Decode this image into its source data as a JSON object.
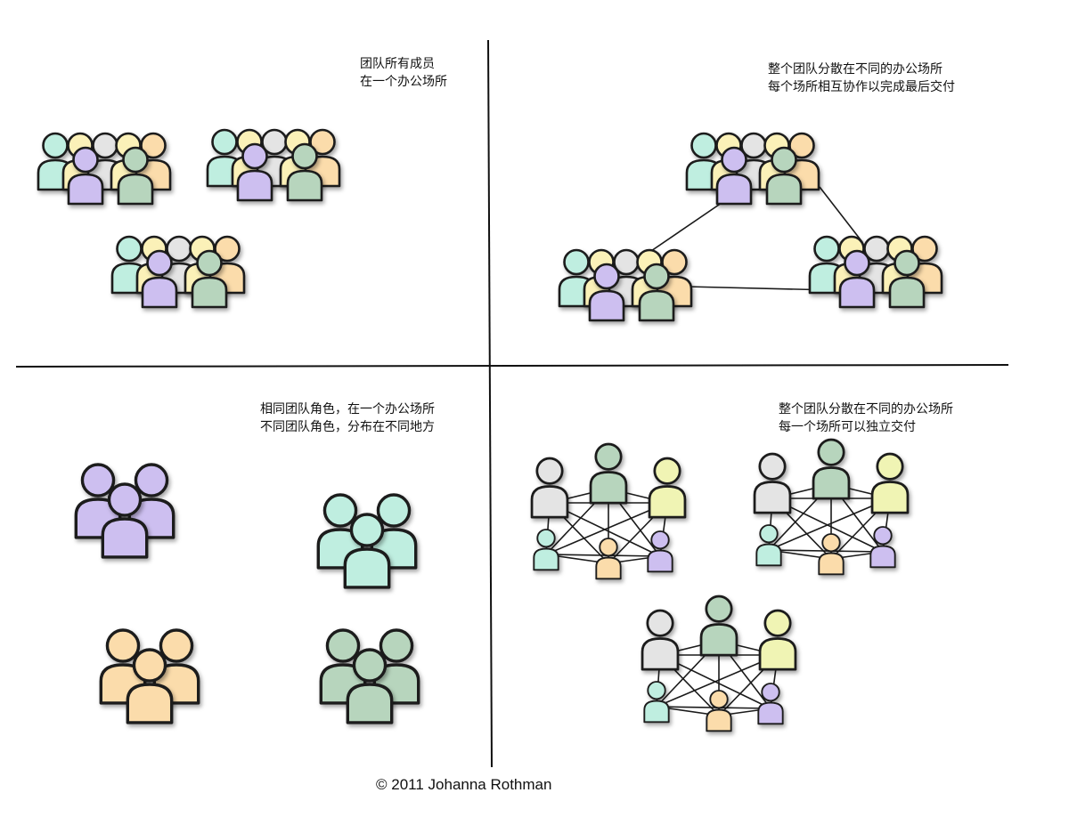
{
  "captions": {
    "top_left": [
      "团队所有成员",
      "在一个办公场所"
    ],
    "top_right": [
      "整个团队分散在不同的办公场所",
      "每个场所相互协作以完成最后交付"
    ],
    "bottom_left": [
      "相同团队角色，在一个办公场所",
      "不同团队角色，分布在不同地方"
    ],
    "bottom_right": [
      "整个团队分散在不同的办公场所",
      "每一个场所可以独立交付"
    ]
  },
  "copyright": "© 2011 Johanna Rothman",
  "colors": {
    "teal": "#bfeee0",
    "yellow": "#fbf1b8",
    "gray": "#e4e4e4",
    "orange": "#fbdcab",
    "purple": "#cdbff0",
    "green": "#b7d5bd",
    "lime": "#f0f4b4",
    "outline": "#1a1a1a"
  }
}
